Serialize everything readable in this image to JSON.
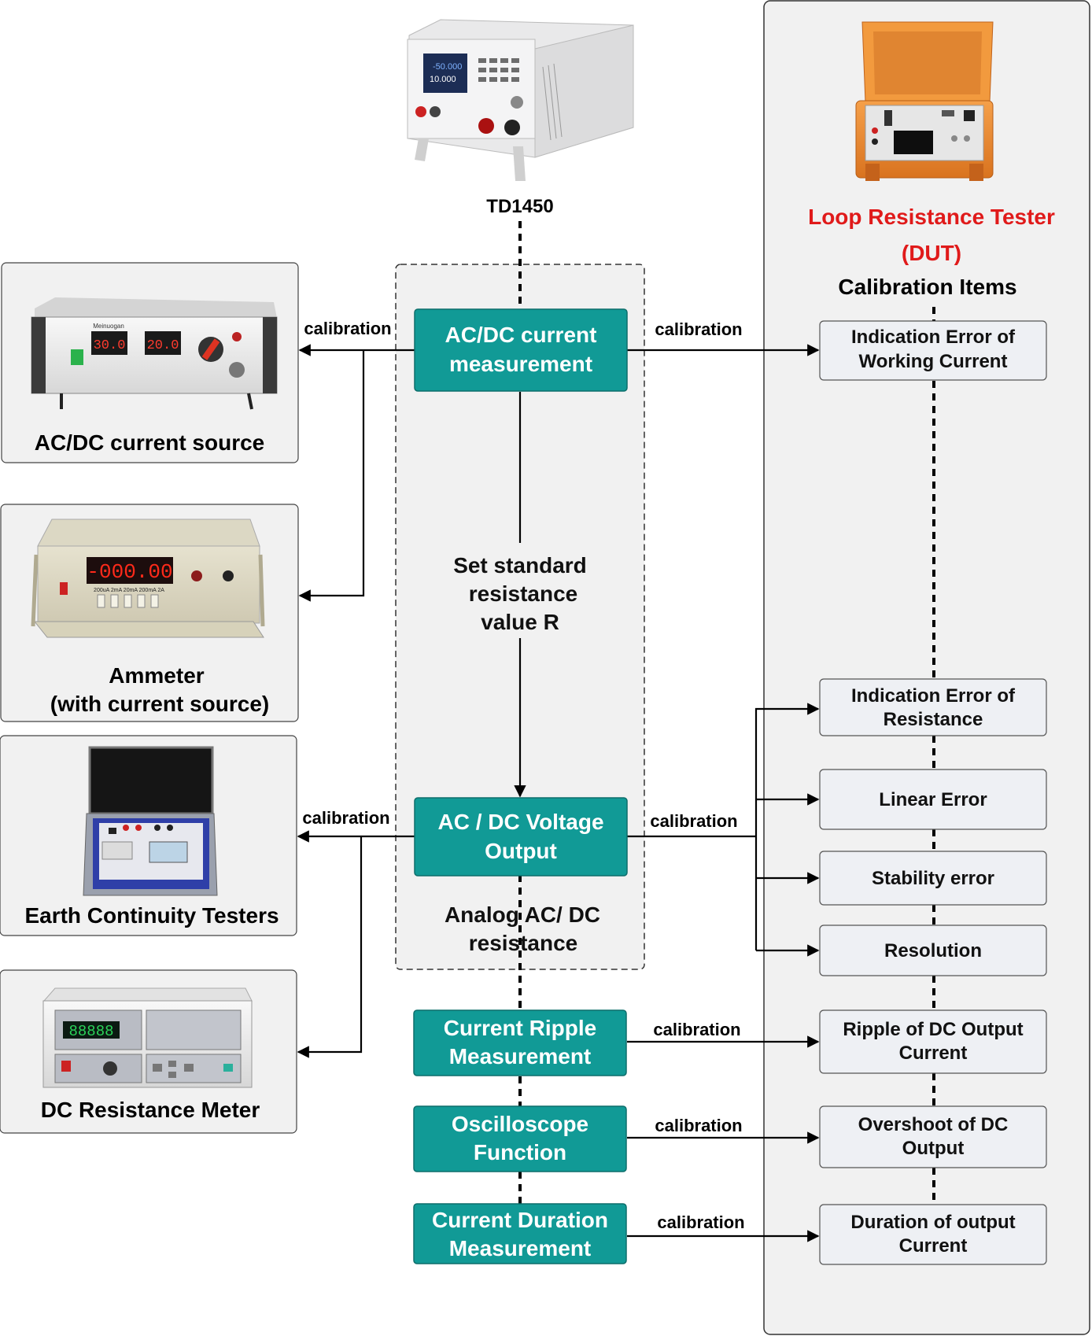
{
  "title_device": "TD1450",
  "center_boxes": {
    "acdc_measurement": [
      "AC/DC current",
      "measurement"
    ],
    "voltage_output": [
      "AC / DC Voltage",
      "Output"
    ],
    "ripple": [
      "Current Ripple",
      "Measurement"
    ],
    "oscilloscope": [
      "Oscilloscope",
      "Function"
    ],
    "duration": [
      "Current Duration",
      "Measurement"
    ]
  },
  "center_text": {
    "set_standard": [
      "Set standard",
      "resistance",
      "value R"
    ],
    "analog": [
      "Analog AC/ DC",
      "resistance"
    ]
  },
  "left_devices": {
    "source": {
      "caption": [
        "AC/DC current source"
      ],
      "display1": "30.0",
      "display2": "20.0",
      "brand": "Meinuogan"
    },
    "ammeter": {
      "caption": [
        "Ammeter",
        "(with current source)"
      ],
      "display": "-000.00",
      "ranges": "200uA  2mA  20mA 200mA  2A"
    },
    "earth": {
      "caption": [
        "Earth Continuity Testers"
      ]
    },
    "dcmeter": {
      "caption": [
        "DC Resistance Meter"
      ],
      "display": "88888"
    }
  },
  "dut": {
    "title": [
      "Loop Resistance Tester",
      "(DUT)"
    ],
    "subtitle": "Calibration Items",
    "items": {
      "working_current": [
        "Indication Error of",
        "Working Current"
      ],
      "resistance": [
        "Indication Error of",
        "Resistance"
      ],
      "linear": [
        "Linear Error"
      ],
      "stability": [
        "Stability error"
      ],
      "resolution": [
        "Resolution"
      ],
      "ripple": [
        "Ripple of DC Output",
        "Current"
      ],
      "overshoot": [
        "Overshoot of DC",
        "Output"
      ],
      "duration": [
        "Duration of output",
        "Current"
      ]
    }
  },
  "arrow_labels": {
    "cal": "calibration"
  },
  "colors": {
    "teal": "#119a96",
    "red_title": "#e01a1a",
    "panel_gray": "#f1f1f1",
    "item_fill": "#eef0f4"
  }
}
